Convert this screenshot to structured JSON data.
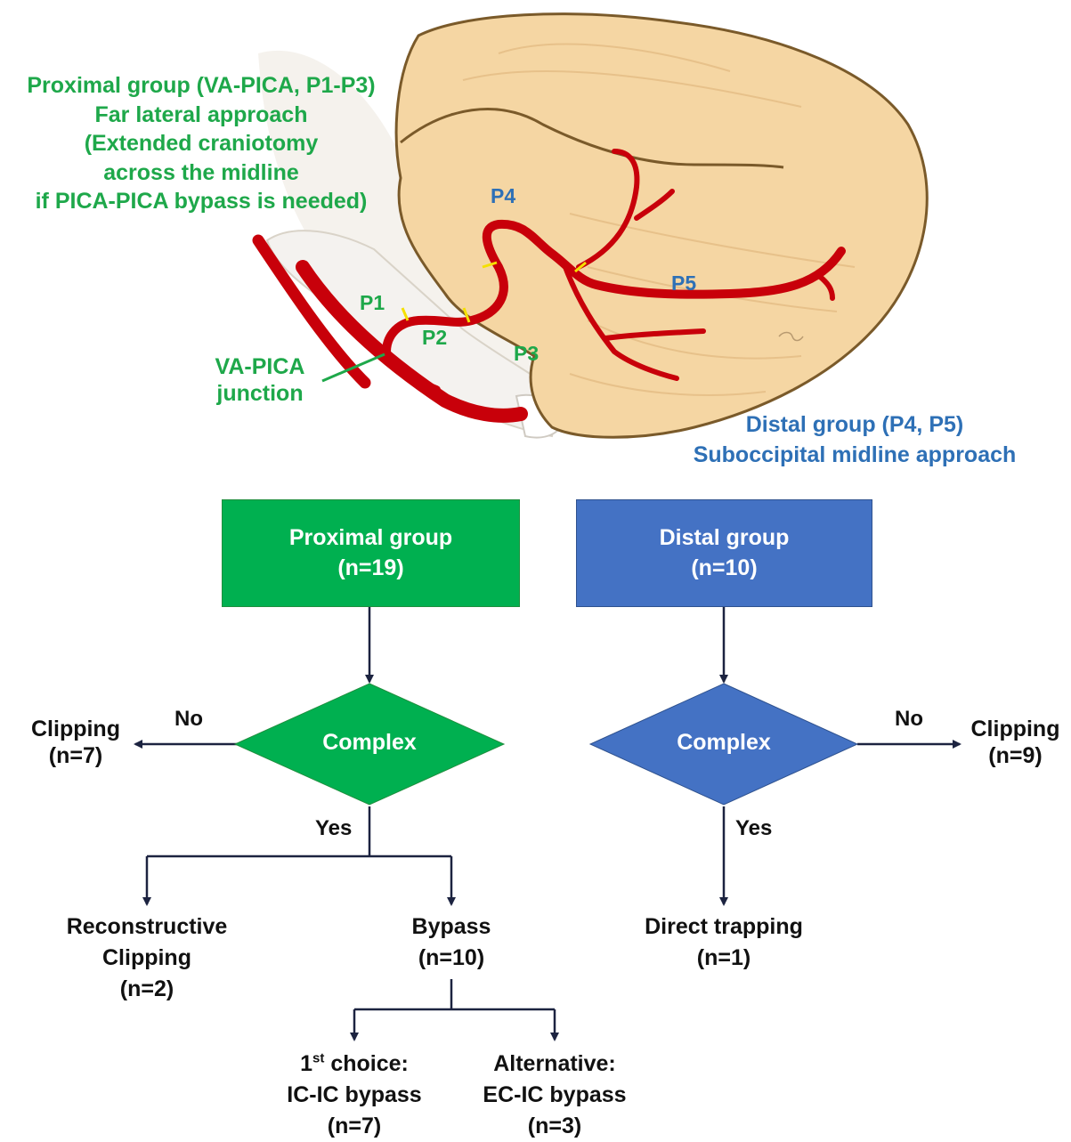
{
  "illustration": {
    "proximal_text": [
      "Proximal group (VA-PICA, P1-P3)",
      "Far lateral approach",
      "(Extended craniotomy",
      "across the midline",
      "if PICA-PICA bypass is needed)"
    ],
    "segments": {
      "p1": "P1",
      "p2": "P2",
      "p3": "P3",
      "p4": "P4",
      "p5": "P5"
    },
    "junction_label": [
      "VA-PICA",
      "junction"
    ],
    "distal_text": [
      "Distal group (P4, P5)",
      "Suboccipital midline approach"
    ],
    "colors": {
      "cerebellum": "#f5d6a3",
      "cerebellum_outline": "#7a5a2a",
      "artery": "#c8000a",
      "proximal": "#1ea84a",
      "distal": "#2e70b6"
    }
  },
  "flowchart": {
    "proximal": {
      "box": {
        "line1": "Proximal group",
        "line2": "(n=19)"
      },
      "decision": "Complex",
      "no_label": "No",
      "yes_label": "Yes",
      "no_result": {
        "line1": "Clipping",
        "line2": "(n=7)"
      },
      "reconstructive": {
        "line1": "Reconstructive",
        "line2": "Clipping",
        "line3": "(n=2)"
      },
      "bypass": {
        "line1": "Bypass",
        "line2": "(n=10)"
      },
      "first_choice": {
        "ordinal": "1",
        "ordinal_suffix": "st",
        "line1_rest": " choice:",
        "line2": "IC-IC bypass",
        "line3": "(n=7)"
      },
      "alternative": {
        "line1": "Alternative:",
        "line2": "EC-IC bypass",
        "line3": "(n=3)"
      },
      "color": "#00b050"
    },
    "distal": {
      "box": {
        "line1": "Distal group",
        "line2": "(n=10)"
      },
      "decision": "Complex",
      "no_label": "No",
      "yes_label": "Yes",
      "no_result": {
        "line1": "Clipping",
        "line2": "(n=9)"
      },
      "trapping": {
        "line1": "Direct trapping",
        "line2": "(n=1)"
      },
      "color": "#4472c4"
    },
    "arrow_color": "#1c2340"
  }
}
